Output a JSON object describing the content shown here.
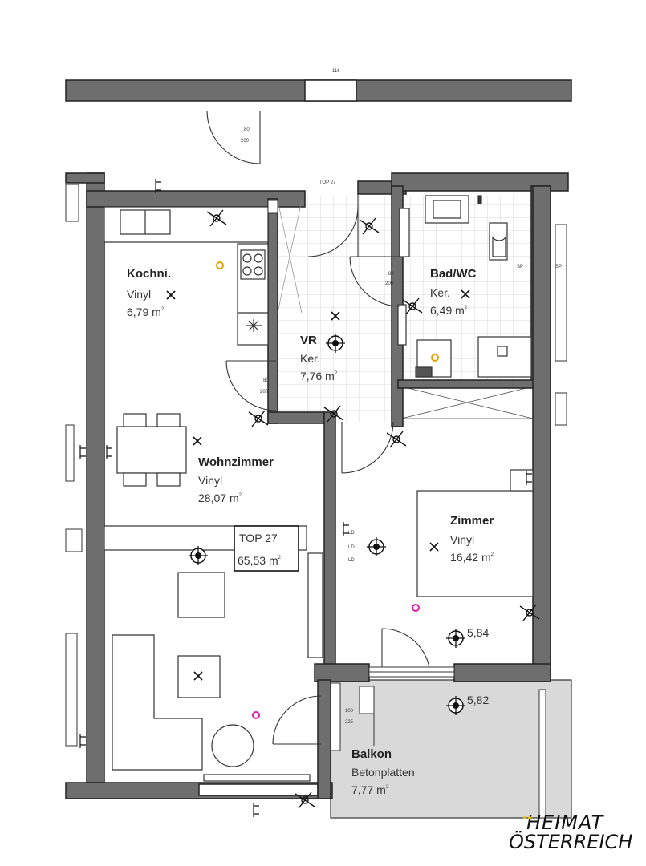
{
  "plan": {
    "rooms": [
      {
        "id": "kochnische",
        "name": "Kochni.",
        "floor": "Vinyl",
        "area": "6,79",
        "unit": "m"
      },
      {
        "id": "vorraum",
        "name": "VR",
        "floor": "Ker.",
        "area": "7,76",
        "unit": "m"
      },
      {
        "id": "bad-wc",
        "name": "Bad/WC",
        "floor": "Ker.",
        "area": "6,49",
        "unit": "m"
      },
      {
        "id": "wohnzimmer",
        "name": "Wohnzimmer",
        "floor": "Vinyl",
        "area": "28,07",
        "unit": "m"
      },
      {
        "id": "zimmer",
        "name": "Zimmer",
        "floor": "Vinyl",
        "area": "16,42",
        "unit": "m"
      },
      {
        "id": "balkon",
        "name": "Balkon",
        "floor": "Betonplatten",
        "area": "7,77",
        "unit": "m"
      }
    ],
    "area_exponent": "2",
    "unit_box": {
      "label": "TOP 27",
      "area": "65,53",
      "unit": "m"
    },
    "heights": [
      "5,84",
      "5,82"
    ],
    "door_dims": [
      "80",
      "200",
      "100",
      "225",
      "116"
    ],
    "small_labels": [
      "TOP 27",
      "LD",
      "LD",
      "LD",
      "SP",
      "SP"
    ]
  },
  "logo": {
    "line1": "HEIMAT",
    "line2": "ÖSTERREICH",
    "accent_color": "#e8c300"
  },
  "colors": {
    "wall": "#6e6e6e",
    "wall_outline": "#222222",
    "balcony": "#d9d9d9",
    "grid": "#cfcfcf",
    "accent_orange": "#e8a000",
    "accent_magenta": "#e020b0"
  }
}
